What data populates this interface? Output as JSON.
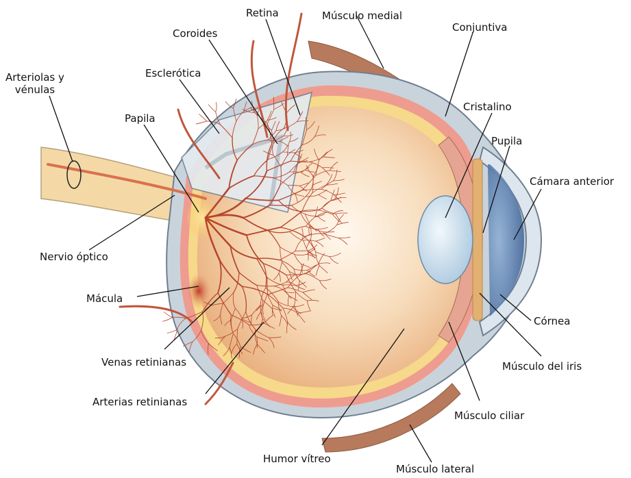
{
  "diagram": {
    "labels": {
      "arteriolas": "Arteriolas y\nvénulas",
      "papila": "Papila",
      "esclerotica": "Esclerótica",
      "coroides": "Coroides",
      "retina": "Retina",
      "musculo_medial": "Músculo medial",
      "conjuntiva": "Conjuntiva",
      "cristalino": "Cristalino",
      "pupila": "Pupila",
      "camara_anterior": "Cámara anterior",
      "nervio_optico": "Nervio óptico",
      "macula": "Mácula",
      "cornea": "Córnea",
      "venas_retinianas": "Venas retinianas",
      "arterias_retinianas": "Arterias retinianas",
      "musculo_iris": "Músculo del iris",
      "musculo_ciliar": "Músculo ciliar",
      "humor_vitreo": "Humor vítreo",
      "musculo_lateral": "Músculo lateral"
    },
    "colors": {
      "sclera": "#c9d3dc",
      "sclera_edge": "#6f7f90",
      "choroid": "#ee9c8f",
      "retina": "#f6d98a",
      "globe_inner": "#f3c79a",
      "vessel": "#b5452c",
      "lens": "#cfe2f0",
      "iris": "#4a6fa5",
      "muscle": "#b77a5c",
      "nerve": "#f4d9a6"
    }
  }
}
